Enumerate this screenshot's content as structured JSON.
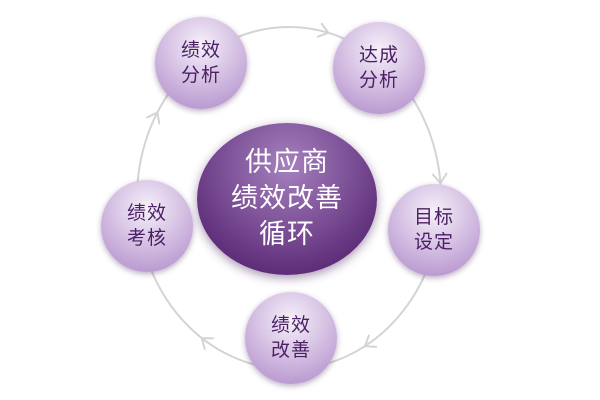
{
  "diagram": {
    "center": {
      "lines": [
        "供应商",
        "绩效改善",
        "循环"
      ]
    },
    "nodes": [
      {
        "lines": [
          "绩效",
          "分析"
        ]
      },
      {
        "lines": [
          "达成",
          "分析"
        ]
      },
      {
        "lines": [
          "目标",
          "设定"
        ]
      },
      {
        "lines": [
          "绩效",
          "改善"
        ]
      },
      {
        "lines": [
          "绩效",
          "考核"
        ]
      }
    ]
  },
  "colors": {
    "center_light": "#a681bf",
    "center_dark": "#5d2c78",
    "node_light": "#f6f0fa",
    "node_dark": "#b897cf",
    "node_text": "#4b1f63",
    "ring": "#d4d4d4"
  }
}
